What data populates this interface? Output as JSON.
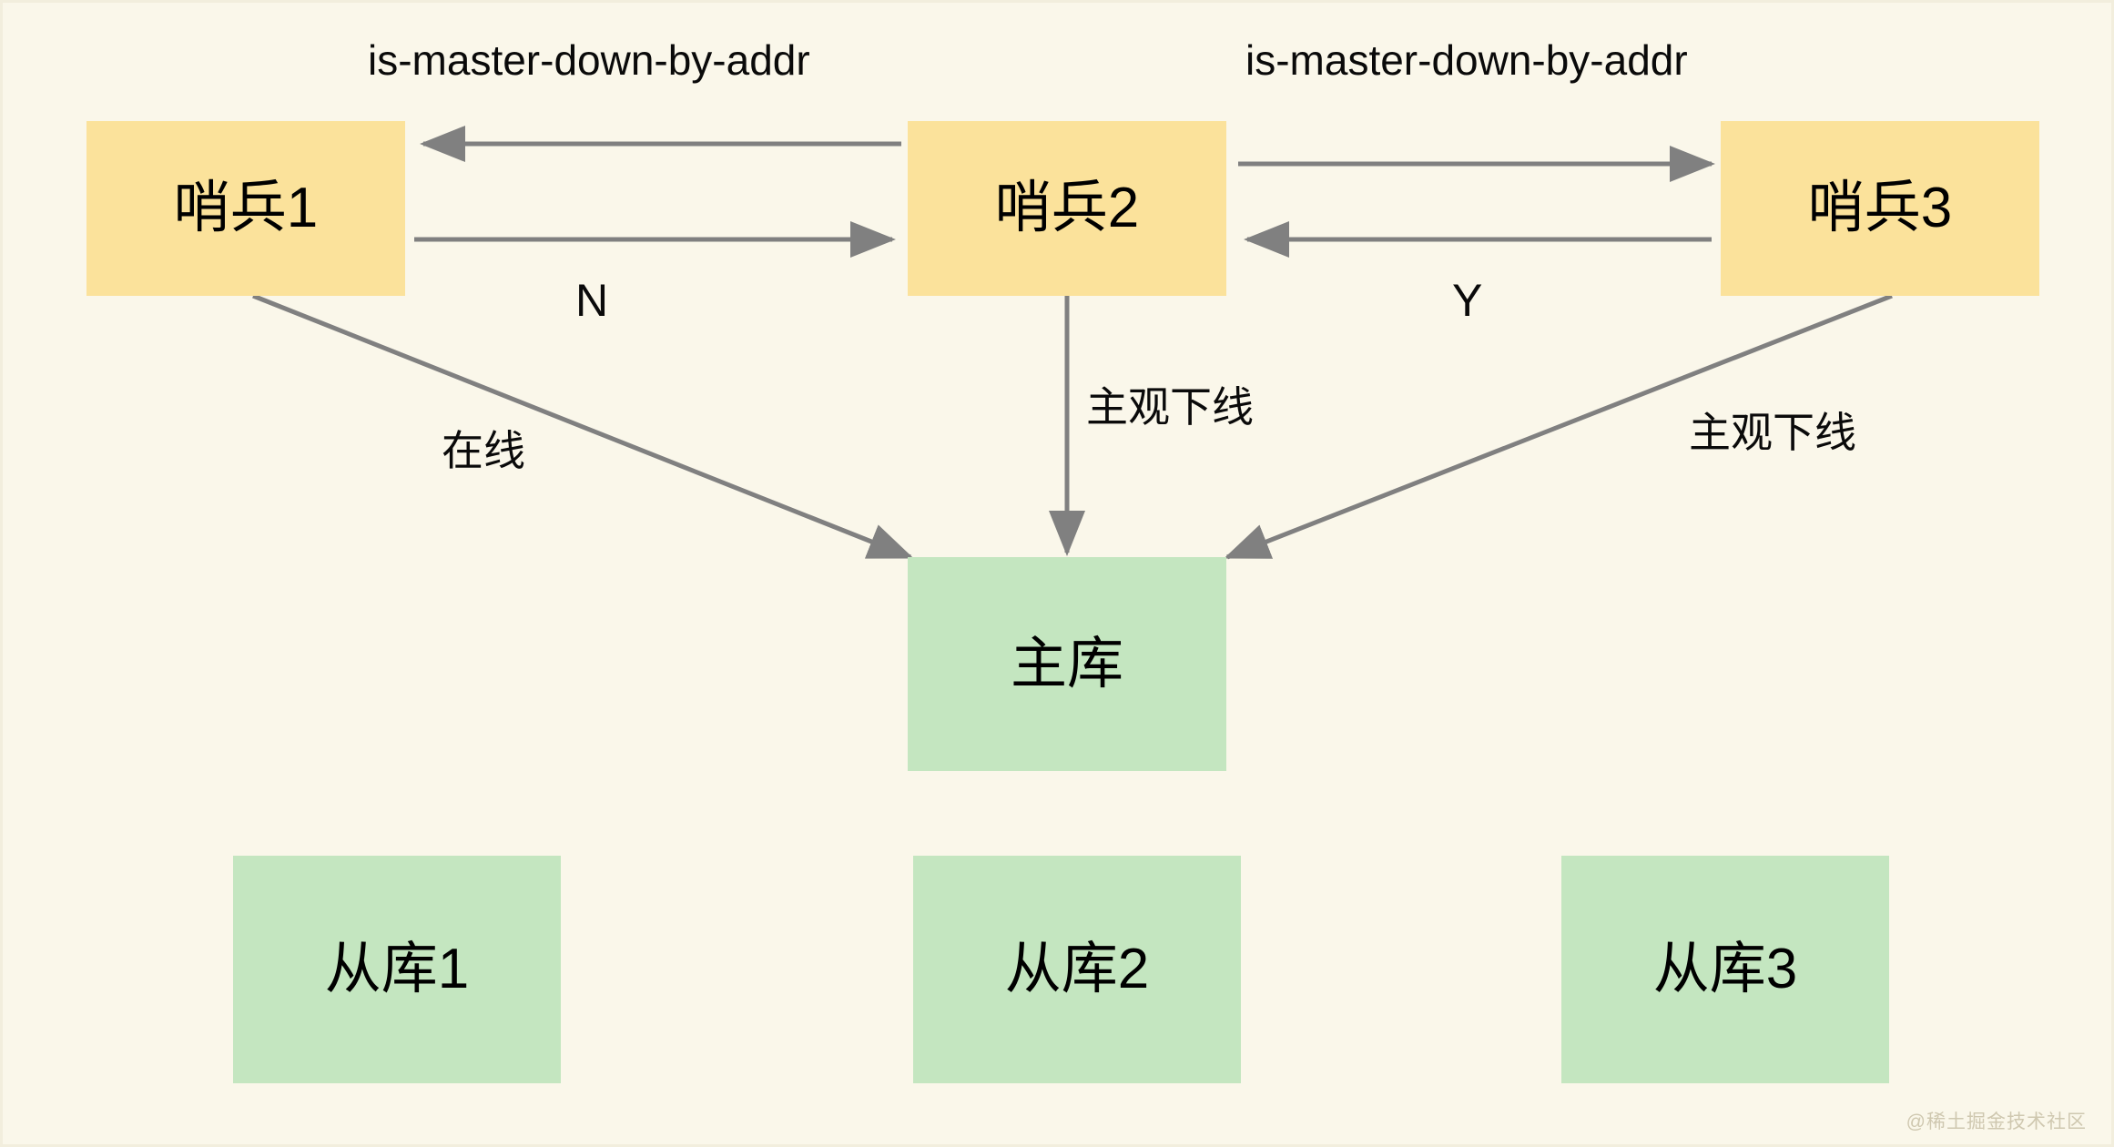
{
  "diagram": {
    "title": "Redis Sentinel subjective/objective down voting diagram",
    "background_color": "#faf7ea",
    "sentinel_color": "#fbe29b",
    "database_color": "#c4e6c0",
    "edge_color": "#808080",
    "nodes": [
      {
        "id": "sentinel1",
        "label": "哨兵1",
        "type": "sentinel"
      },
      {
        "id": "sentinel2",
        "label": "哨兵2",
        "type": "sentinel"
      },
      {
        "id": "sentinel3",
        "label": "哨兵3",
        "type": "sentinel"
      },
      {
        "id": "master",
        "label": "主库",
        "type": "database"
      },
      {
        "id": "replica1",
        "label": "从库1",
        "type": "database"
      },
      {
        "id": "replica2",
        "label": "从库2",
        "type": "database"
      },
      {
        "id": "replica3",
        "label": "从库3",
        "type": "database"
      }
    ],
    "edge_labels": {
      "api_left": "is-master-down-by-addr",
      "api_right": "is-master-down-by-addr",
      "vote_n": "N",
      "vote_y": "Y",
      "online": "在线",
      "sdown_center": "主观下线",
      "sdown_right": "主观下线"
    },
    "edges": [
      {
        "from": "sentinel2",
        "to": "sentinel1",
        "label": "is-master-down-by-addr",
        "direction": "left"
      },
      {
        "from": "sentinel1",
        "to": "sentinel2",
        "label": "N",
        "direction": "right"
      },
      {
        "from": "sentinel2",
        "to": "sentinel3",
        "label": "is-master-down-by-addr",
        "direction": "right"
      },
      {
        "from": "sentinel3",
        "to": "sentinel2",
        "label": "Y",
        "direction": "left"
      },
      {
        "from": "sentinel1",
        "to": "master",
        "label": "在线",
        "direction": "diagonal-down-right"
      },
      {
        "from": "sentinel2",
        "to": "master",
        "label": "主观下线",
        "direction": "down"
      },
      {
        "from": "sentinel3",
        "to": "master",
        "label": "主观下线",
        "direction": "diagonal-down-left"
      }
    ]
  },
  "watermark": {
    "text": "@稀土掘金技术社区"
  }
}
